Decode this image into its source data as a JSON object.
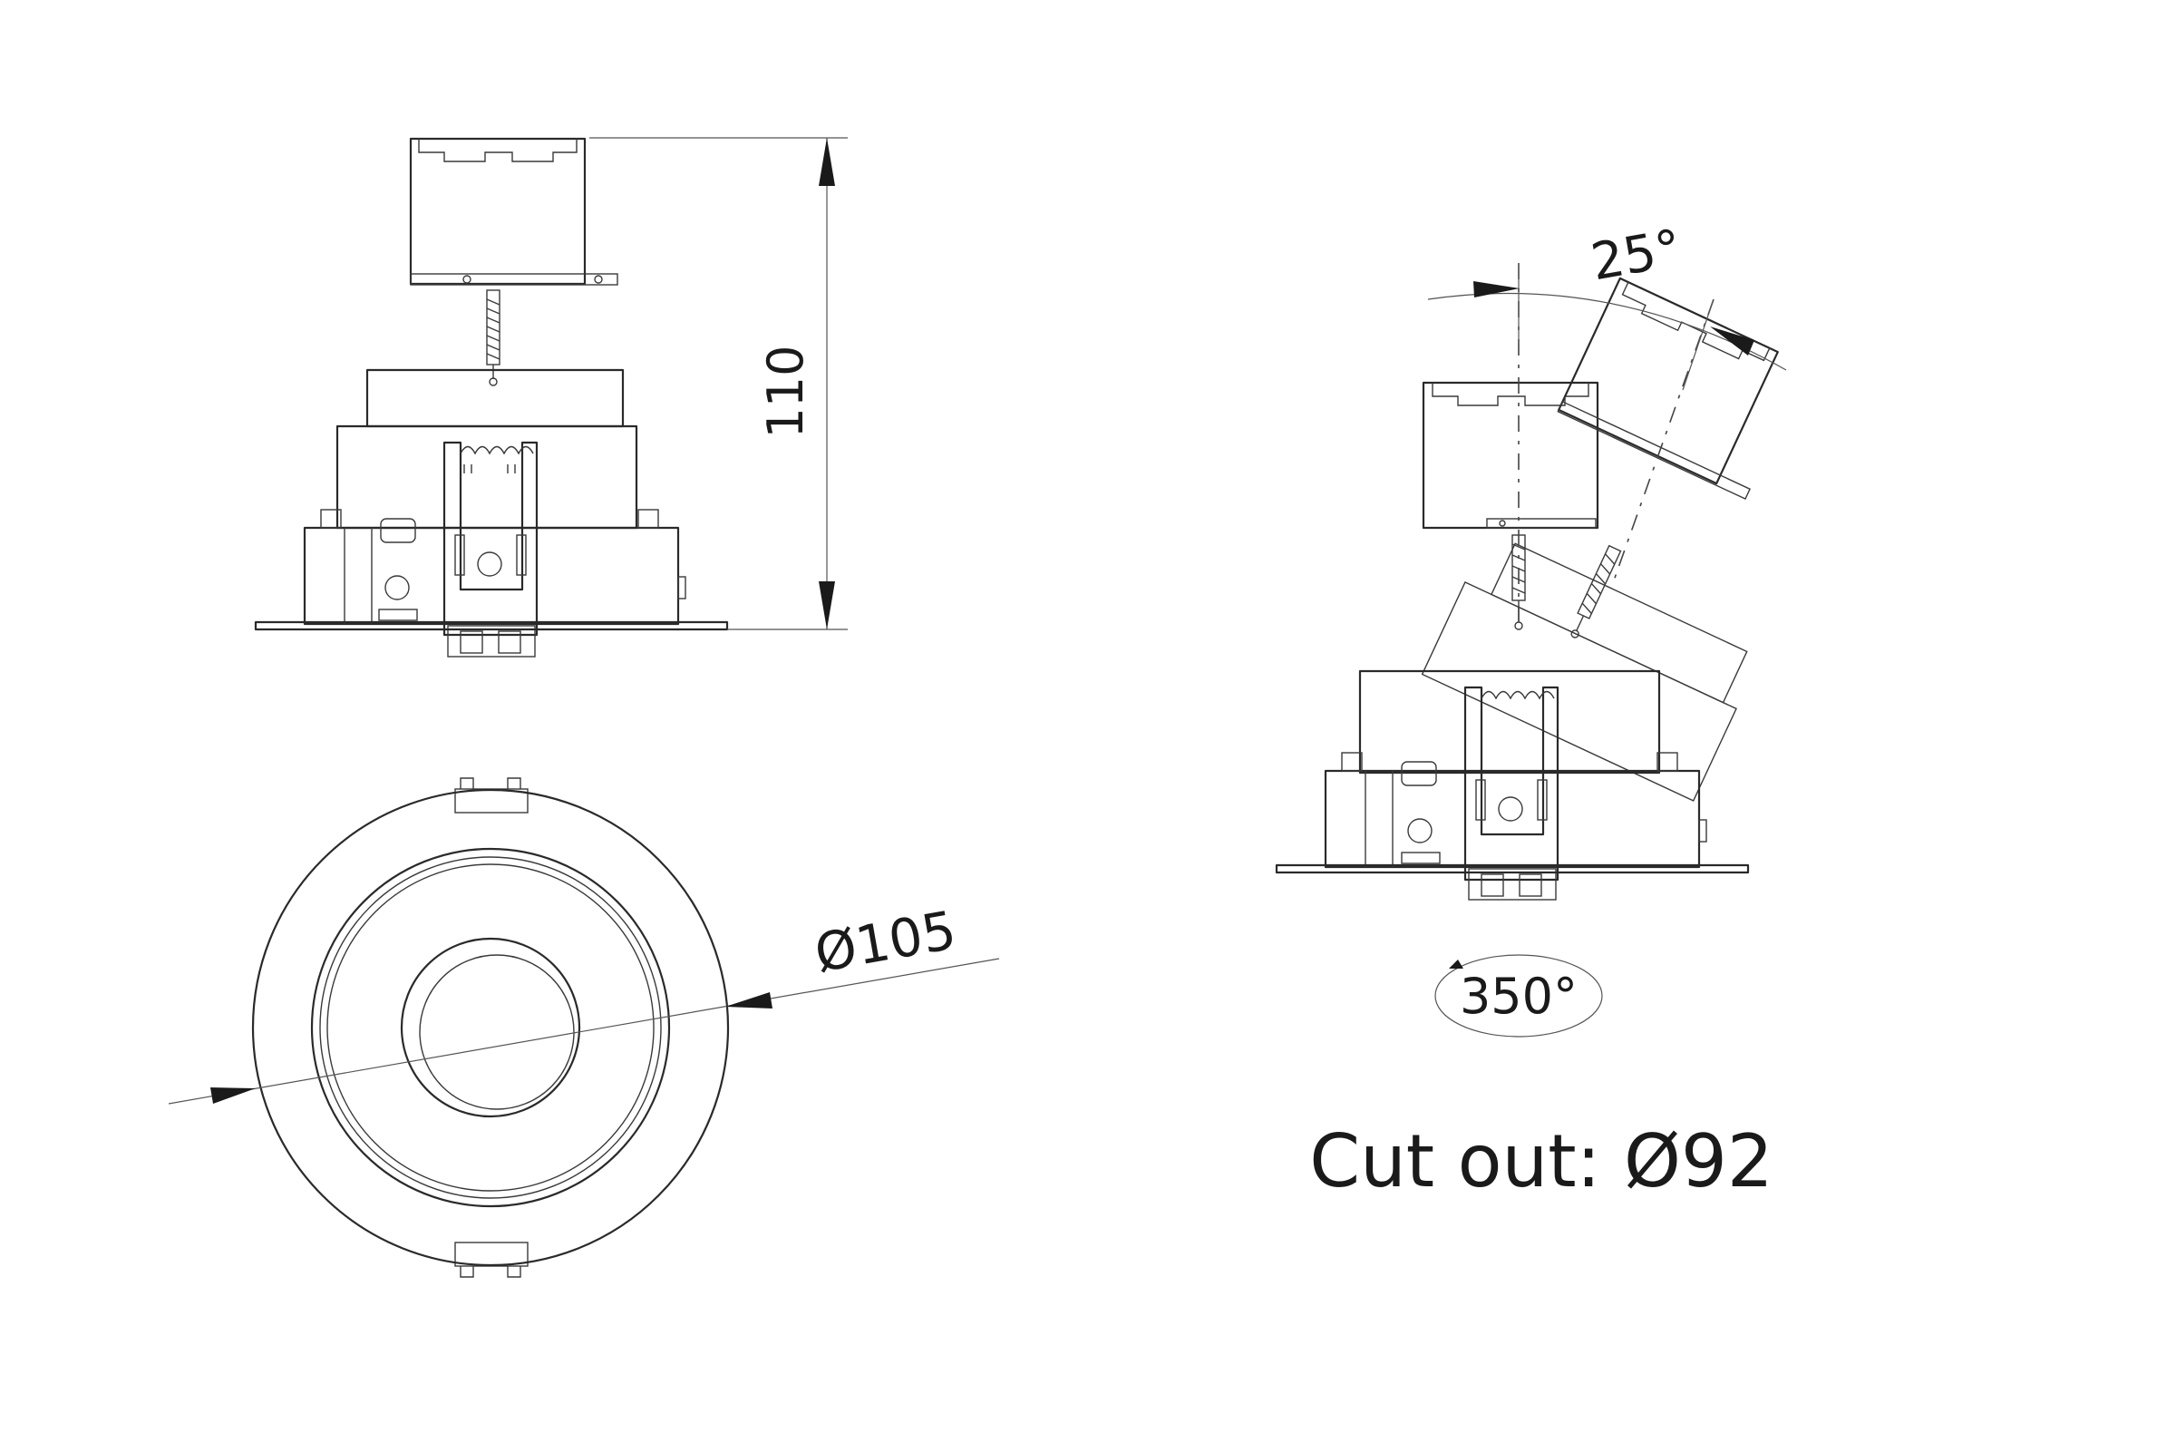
{
  "dimensions": {
    "height_label": "110",
    "diameter_label": "Ø105",
    "tilt_label": "25°",
    "rotation_label": "350°"
  },
  "cutout": {
    "label": "Cut out: Ø92"
  }
}
